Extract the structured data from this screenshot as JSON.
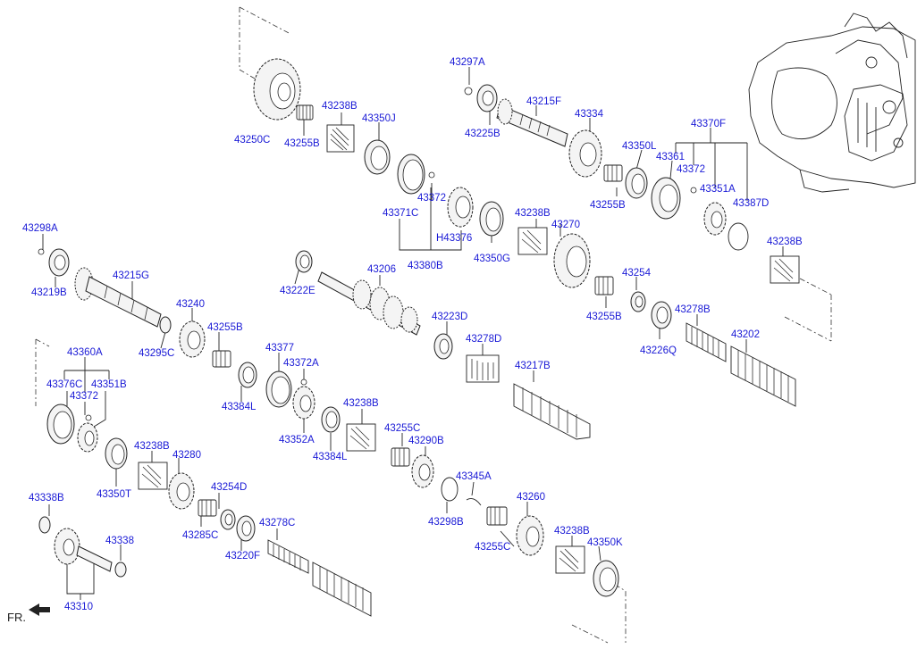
{
  "diagram": {
    "accent_color": "#1a1ad6",
    "line_color": "#222222",
    "fr_label": "FR.",
    "parts": {
      "p43250C": "43250C",
      "p43255B_a": "43255B",
      "p43238B_a": "43238B",
      "p43350J": "43350J",
      "p43297A": "43297A",
      "p43215F": "43215F",
      "p43225B": "43225B",
      "p43334": "43334",
      "p43370F": "43370F",
      "p43350L": "43350L",
      "p43361": "43361",
      "p43372_a": "43372",
      "p43351A": "43351A",
      "p43255B_b": "43255B",
      "p43387D": "43387D",
      "p43372_b": "43372",
      "p43371C": "43371C",
      "pH43376": "H43376",
      "p43380B": "43380B",
      "p43238B_b": "43238B",
      "p43270": "43270",
      "p43350G": "43350G",
      "p43238B_c": "43238B",
      "p43298A": "43298A",
      "p43219B": "43219B",
      "p43215G": "43215G",
      "p43222E": "43222E",
      "p43206": "43206",
      "p43254": "43254",
      "p43255B_c": "43255B",
      "p43278B": "43278B",
      "p43240": "43240",
      "p43255B_d": "43255B",
      "p43295C": "43295C",
      "p43223D": "43223D",
      "p43226Q": "43226Q",
      "p43202": "43202",
      "p43278D": "43278D",
      "p43360A": "43360A",
      "p43377": "43377",
      "p43372A": "43372A",
      "p43217B": "43217B",
      "p43376C": "43376C",
      "p43351B": "43351B",
      "p43372_c": "43372",
      "p43384L_a": "43384L",
      "p43238B_d": "43238B",
      "p43352A": "43352A",
      "p43384L_b": "43384L",
      "p43255C_a": "43255C",
      "p43290B": "43290B",
      "p43238B_e": "43238B",
      "p43280": "43280",
      "p43350T": "43350T",
      "p43345A": "43345A",
      "p43254D": "43254D",
      "p43298B": "43298B",
      "p43260": "43260",
      "p43338B": "43338B",
      "p43285C": "43285C",
      "p43278C": "43278C",
      "p43255C_b": "43255C",
      "p43238B_f": "43238B",
      "p43350K": "43350K",
      "p43338": "43338",
      "p43220F": "43220F",
      "p43310": "43310"
    }
  }
}
